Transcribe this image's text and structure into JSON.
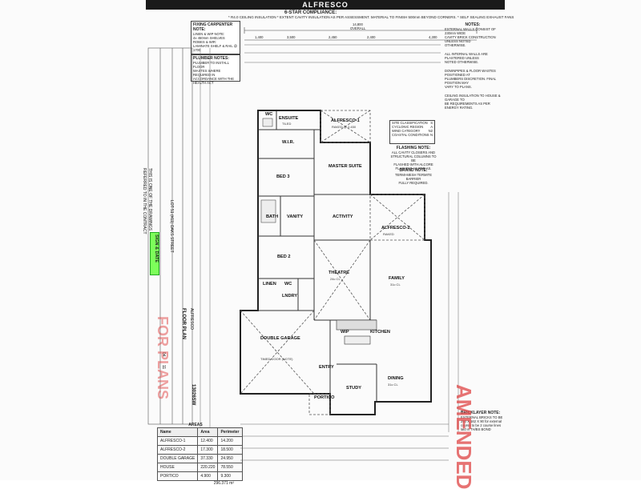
{
  "header": {
    "title": "ALFRESCO",
    "six_star": "6-STAR COMPLIANCE:",
    "six_star_note": "* R4.0 CEILING INSULATION * EXTENT CAVITY INSULATION AS PER ASSESSMENT. MATERIAL TO FINISH 500mm BEYOND CORNERS. * SELF SEALING EXHAUST FANS"
  },
  "overall_dims": {
    "total": "14,800",
    "top_row": [
      "1,400",
      "3,500",
      "2,450",
      "2,400",
      "4,300"
    ],
    "overall_label": "OVERALL"
  },
  "fixing_carpenter": {
    "title": "FIXING CARPENTER NOTE:",
    "lines": [
      "LINEN & WIP NOTE:",
      "4x 450mm SHELVES",
      "ROBES & WIR:",
      "LAMINATE SHELF & RAIL @",
      "1700"
    ]
  },
  "plumber": {
    "title": "PLUMBER NOTES:",
    "lines": [
      "PLUMBER TO INSTALL FLOOR",
      "WASTES WHERE REQUIRED IN",
      "ACCORDANCE WITH THE",
      "HEALTH ACT"
    ]
  },
  "right_notes": {
    "title": "NOTES:",
    "lines": [
      "EXTERNAL WALLS CONSIST OF 230mm WIDE",
      "CAVITY BRICK CONSTRUCTION UNLESS NOTED",
      "OTHERWISE.",
      "ALL INTERNAL WALLS ARE PLASTERED UNLESS",
      "NOTED OTHERWISE.",
      "DOWNPIPES & FLOOR WASTES POSITIONED AT",
      "PLUMBERS DISCRETION. FINAL POSITION MAY",
      "VARY TO PLANS.",
      "CEILING INSULATION TO HOUSE & GARAGE TO",
      "BE REQUIREMENTS AS PER ENERGY RATING."
    ]
  },
  "site_table": {
    "rows": [
      {
        "label": "SITE CLASSIFICATION",
        "value": "S"
      },
      {
        "label": "CYCLONIC REGION",
        "value": "A"
      },
      {
        "label": "WIND CATEGORY",
        "value": "N2"
      },
      {
        "label": "COASTAL CONDITIONS",
        "value": "N"
      }
    ]
  },
  "flashing": {
    "title": "FLASHING NOTE:",
    "lines": [
      "ALL CAVITY CLOSERS AND",
      "STRUCTURAL COLUMNS TO BE",
      "FLASHED WITH ALCORE",
      "FLASHING AS PER AS."
    ]
  },
  "brand": {
    "title": "BRAND NOTE:",
    "lines": [
      "TERMI-MESH TERMITE BARRIER",
      "FULLY REQUIRED."
    ]
  },
  "rooms": {
    "ensuite": "ENSUITE",
    "wc1": "WC",
    "wir": "W.I.R.",
    "alfresco1": "ALFRESCO-1",
    "master": "MASTER SUITE",
    "bed3": "BED 3",
    "bath": "BATH",
    "vanity": "VANITY",
    "activity": "ACTIVITY",
    "alfresco2": "ALFRESCO-2",
    "bed2": "BED 2",
    "theatre": "THEATRE",
    "family": "FAMILY",
    "linen": "LINEN",
    "wc2": "WC",
    "lndry": "LNDRY",
    "double_garage": "DOUBLE GARAGE",
    "kitchen": "KITCHEN",
    "entry": "ENTRY",
    "dining": "DINING",
    "study": "STUDY",
    "portico": "PORTICO",
    "pantry": "WIP"
  },
  "room_subs": {
    "ensuite": "TILED",
    "alfresco1": "RAKED @ 2.450",
    "family": "31c CL",
    "theatre": "24c CL",
    "alfresco2": "RAKED",
    "dining": "31c CL",
    "garage": "TIMED DOOR (NOTE)"
  },
  "left_side": {
    "lines": [
      "THIS IS ONE OF THE DRAWINGS",
      "REFERRED TO IN THE CONTRACT"
    ],
    "sign": "SIGN & DATE",
    "floor_plan": "FLOOR PLAN",
    "alfresco": "ALFRESCO",
    "job": "13026SW",
    "lot": "LOT 51 (#11) OAKS STREET",
    "sheet": "04",
    "of": "11"
  },
  "areas": {
    "title": "AREAS",
    "headers": [
      "Name",
      "Area",
      "Perimeter"
    ],
    "rows": [
      [
        "ALFRESCO-1",
        "12.400",
        "14.200"
      ],
      [
        "ALFRESCO-2",
        "17.300",
        "18.500"
      ],
      [
        "DOUBLE GARAGE",
        "37.330",
        "24.950"
      ],
      [
        "HOUSE",
        "220.220",
        "78.550"
      ],
      [
        "PORTICO",
        "4.900",
        "9.300"
      ]
    ],
    "total": "296.371 m²"
  },
  "brick_note": {
    "lines": [
      "BRICKLAYER NOTE:",
      "EXTERNAL BRICKS TO BE",
      "290 X 162 X 90 for external",
      "course to be 2 course lines",
      "laid in TH/BS BOND"
    ]
  },
  "stamps": {
    "amended": "AMENDED",
    "for_plans": "FOR PLANS"
  },
  "colors": {
    "ink": "#222222",
    "stamp": "#e04545",
    "highlight": "#7dff5a"
  }
}
